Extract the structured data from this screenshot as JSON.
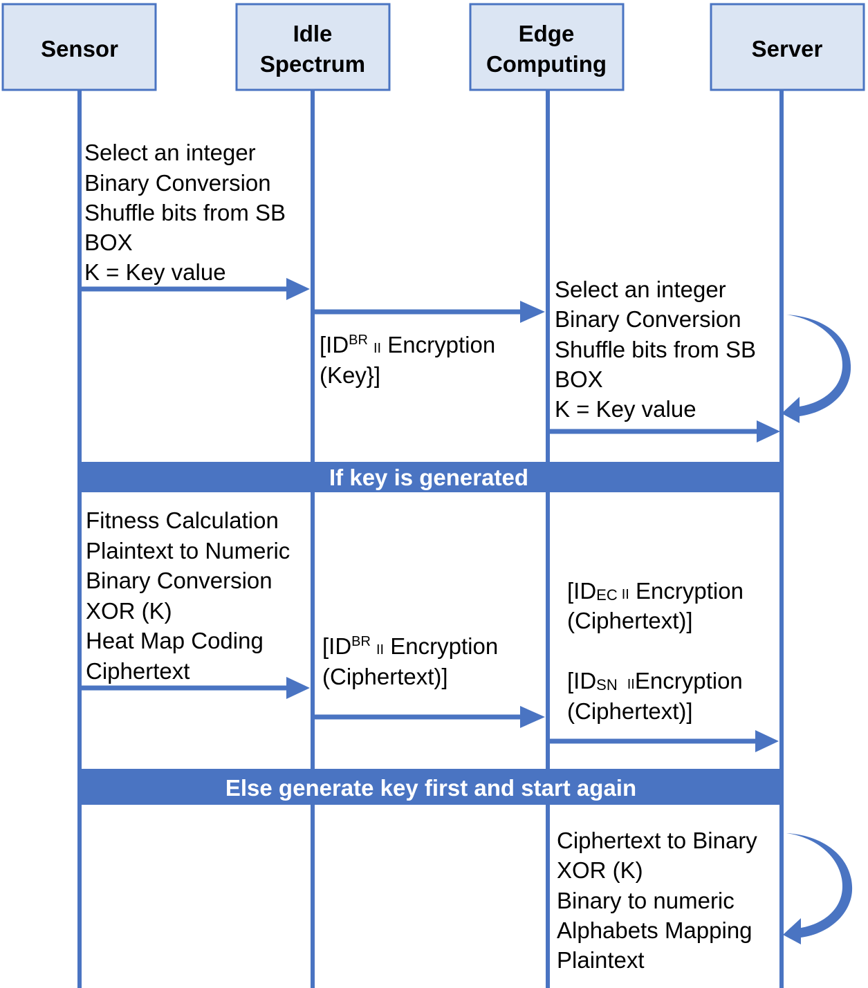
{
  "actors": [
    {
      "id": "sensor",
      "label": [
        "Sensor"
      ]
    },
    {
      "id": "idle-spectrum",
      "label": [
        "Idle",
        "Spectrum"
      ]
    },
    {
      "id": "edge-computing",
      "label": [
        "Edge",
        "Computing"
      ]
    },
    {
      "id": "server",
      "label": [
        "Server"
      ]
    }
  ],
  "notes": {
    "sensor_keygen": [
      "Select an integer",
      "Binary Conversion",
      "Shuffle bits from SB",
      "BOX",
      "K = Key value"
    ],
    "edge_keygen": [
      "Select an integer",
      "Binary Conversion",
      "Shuffle bits from SB",
      "BOX",
      "K = Key value"
    ],
    "sensor_encrypt": [
      "Fitness Calculation",
      "Plaintext to Numeric",
      "Binary Conversion",
      "XOR (K)",
      "Heat Map Coding",
      "Ciphertext"
    ],
    "edge_decrypt": [
      "Ciphertext to Binary",
      "XOR (K)",
      "Binary to numeric",
      "Alphabets Mapping",
      "Plaintext"
    ]
  },
  "messages": {
    "idle_key": {
      "open": "[ID",
      "sup": "BR",
      "sep": "II",
      "rest": " Encryption",
      "line2": "(Key}]"
    },
    "idle_cipher": {
      "open": "[ID",
      "sup": "BR",
      "sep": "II",
      "rest": " Encryption",
      "line2": "(Ciphertext)]"
    },
    "edge_cipher_ec": {
      "open": "[ID",
      "sub": "EC",
      "sep": "II",
      "rest": " Encryption",
      "line2": "(Ciphertext)]"
    },
    "edge_cipher_sn": {
      "open": "[ID",
      "sub": "SN",
      "sep": "II",
      "rest": "Encryption",
      "line2": "(Ciphertext)]"
    }
  },
  "bands": {
    "if_key": "If key is generated",
    "else_key": "Else generate key first and start again"
  },
  "colors": {
    "line": "#4a74c2",
    "box_fill": "#dbe5f3",
    "band_text": "#ffffff"
  }
}
